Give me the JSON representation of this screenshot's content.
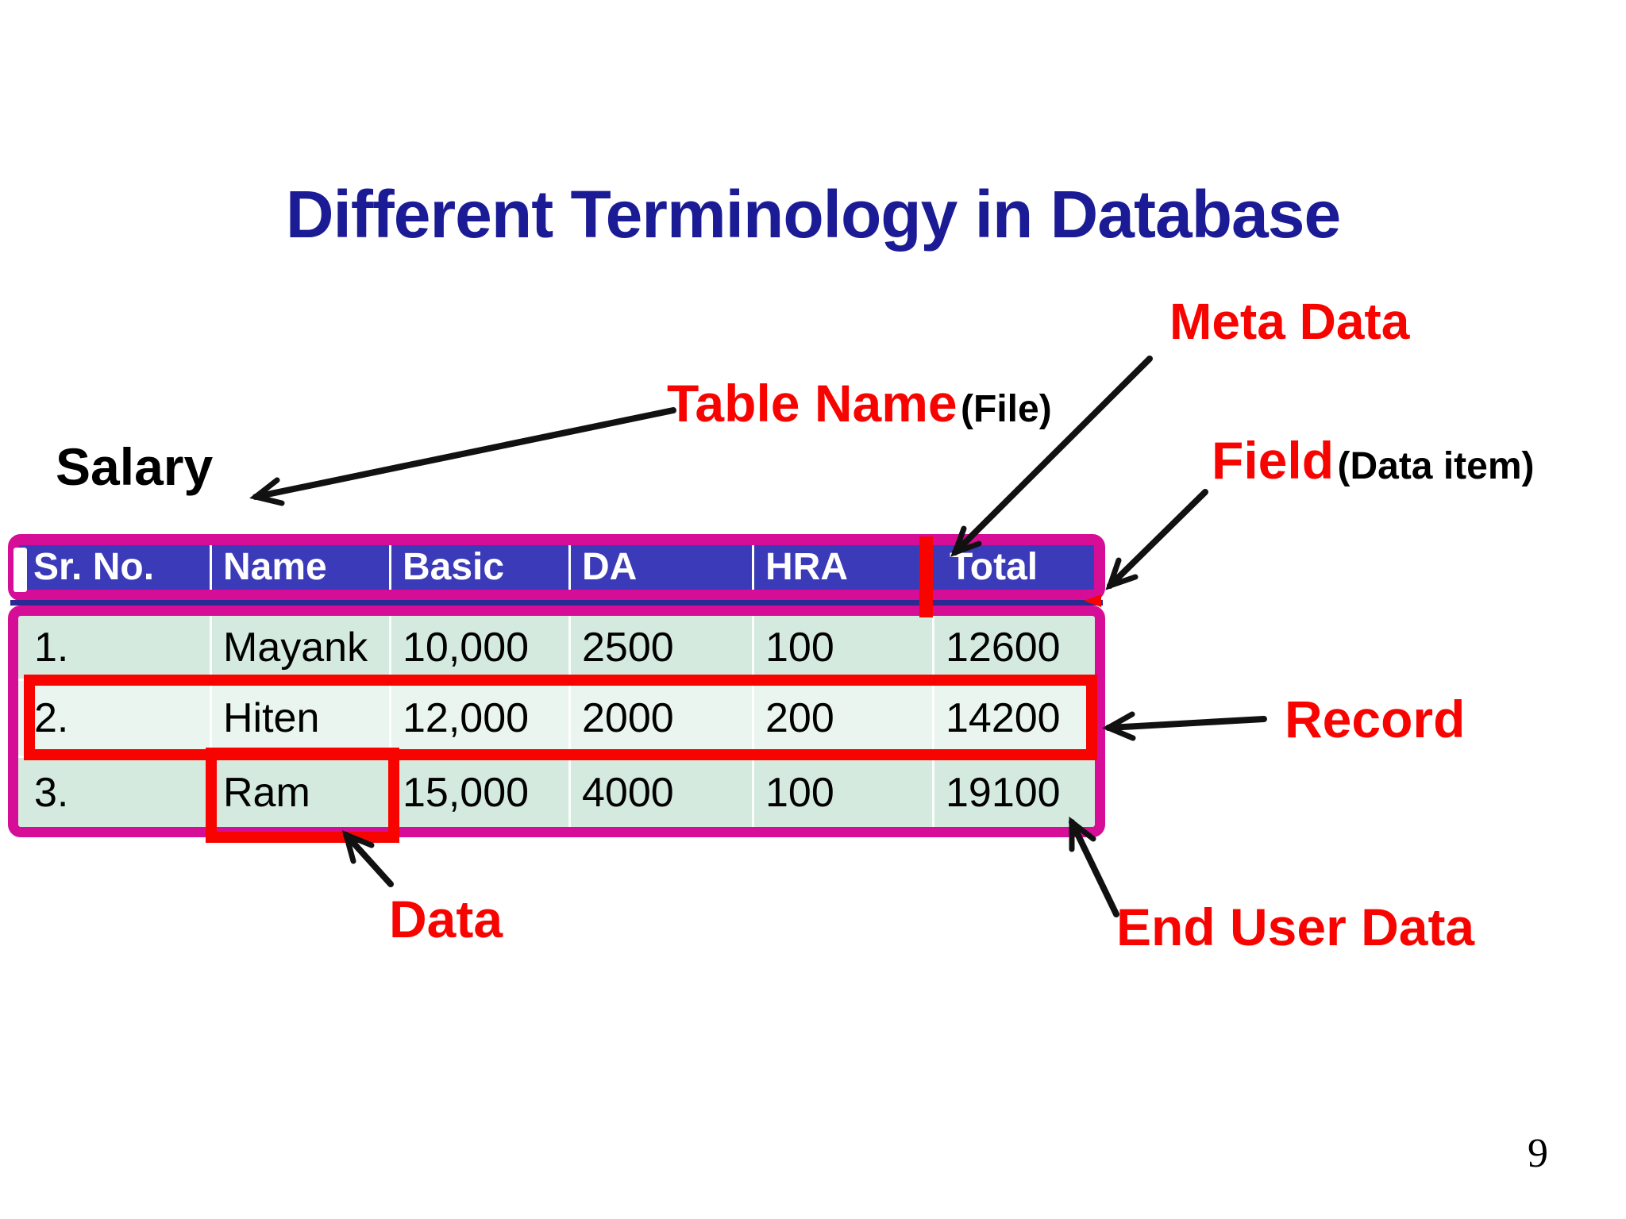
{
  "slide": {
    "title": "Different Terminology in Database",
    "page_number": "9"
  },
  "annotations": {
    "meta_data": "Meta Data",
    "table_name_label": "Table Name",
    "table_name_suffix": "(File)",
    "field_label": "Field",
    "field_suffix": "(Data item)",
    "record": "Record",
    "data": "Data",
    "end_user_data": "End User Data",
    "table_name_value": "Salary"
  },
  "table": {
    "columns": [
      "Sr. No.",
      "Name",
      "Basic",
      "DA",
      "HRA",
      "Total"
    ],
    "rows": [
      [
        "1.",
        "Mayank",
        "10,000",
        "2500",
        "100",
        "12600"
      ],
      [
        "2.",
        "Hiten",
        "12,000",
        "2000",
        "200",
        "14200"
      ],
      [
        "3.",
        "Ram",
        "15,000",
        "4000",
        "100",
        "19100"
      ]
    ]
  },
  "colors": {
    "title_blue": "#1b1b96",
    "header_blue": "#3b3ab8",
    "highlight_magenta": "#d60d97",
    "annotation_red": "#f80400",
    "row_green": "#d4eade",
    "row_green_light": "#e9f5ee",
    "navy_line": "#2a2a92"
  }
}
